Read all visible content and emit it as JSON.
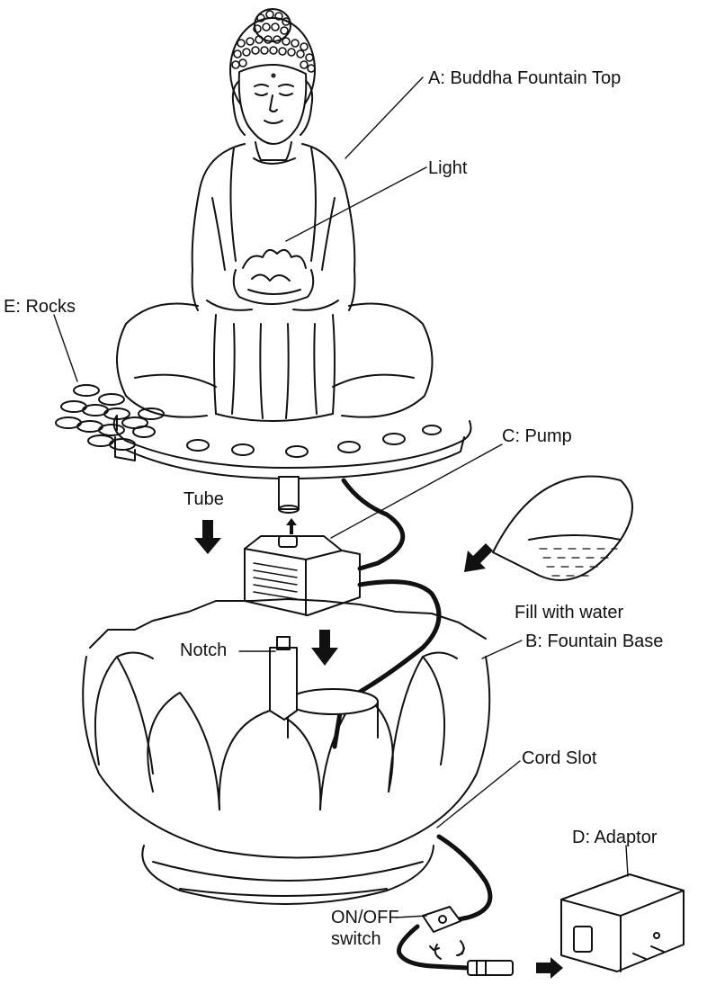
{
  "labels": {
    "buddha_top": "A: Buddha Fountain Top",
    "light": "Light",
    "rocks": "E: Rocks",
    "pump": "C: Pump",
    "tube": "Tube",
    "fill_water": "Fill with water",
    "notch": "Notch",
    "fountain_base": "B: Fountain Base",
    "cord_slot": "Cord Slot",
    "adaptor": "D: Adaptor",
    "switch_line1": "ON/OFF",
    "switch_line2": "switch"
  },
  "colors": {
    "line": "#111111",
    "background": "#ffffff"
  }
}
